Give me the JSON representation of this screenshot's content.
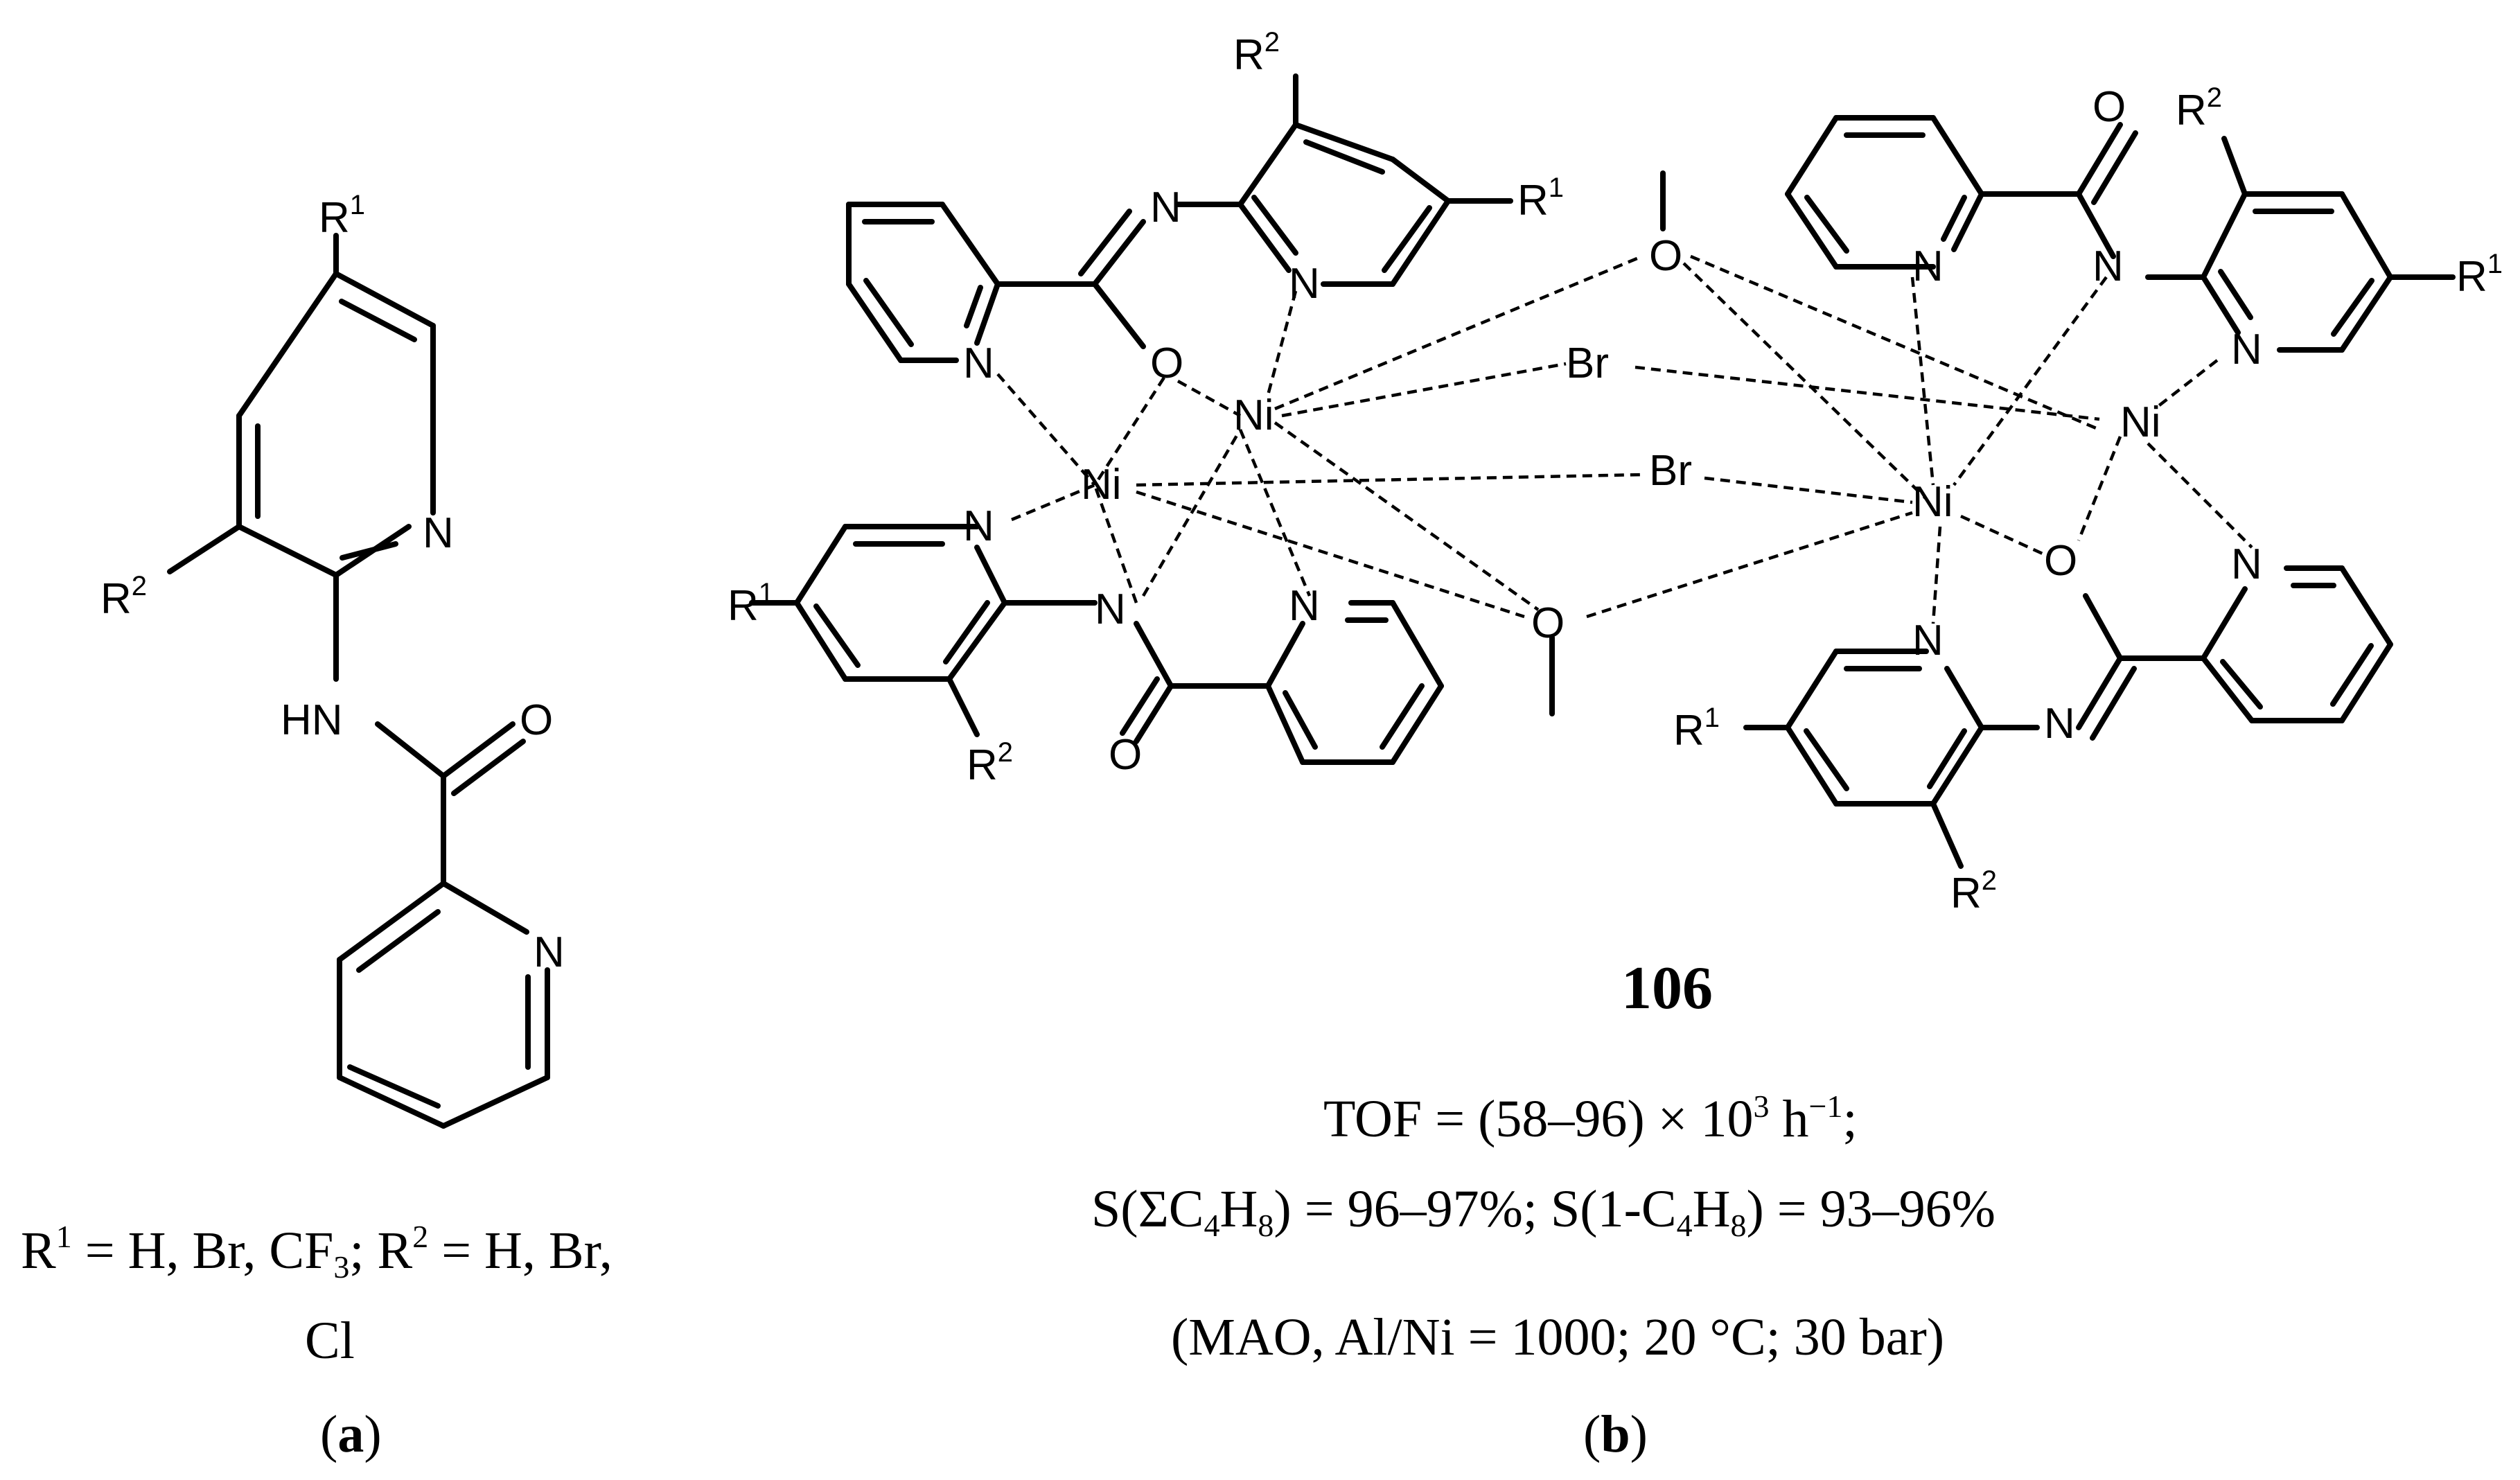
{
  "atoms": {
    "N": "N",
    "O": "O",
    "Ni": "Ni",
    "Br": "Br",
    "HN": "HN",
    "R": "R",
    "sup1": "1",
    "sup2": "2"
  },
  "panel_a": {
    "caption_line1": {
      "part1": "R",
      "sup1": "1",
      "part2": " = H, Br, CF",
      "sub3": "3",
      "part3": "; R",
      "sup2": "2",
      "part4": " = H, Br,"
    },
    "caption_line2": "Cl",
    "label_open": "(",
    "label_letter": "a",
    "label_close": ")"
  },
  "panel_b": {
    "compound_number": "106",
    "tof_line": {
      "part1": "TOF = (58–96) × 10",
      "sup_exp": "3",
      "part2": " h",
      "sup_unit": "−1",
      "part3": ";"
    },
    "selectivity_line": {
      "part1": "S(ΣC",
      "sub1": "4",
      "part2": "H",
      "sub2": "8",
      "part3": ") = 96–97%; S(1-C",
      "sub3": "4",
      "part4": "H",
      "sub4": "8",
      "part5": ") = 93–96%"
    },
    "conditions_line": "(MAO, Al/Ni = 1000; 20 °C; 30 bar)",
    "label_open": "(",
    "label_letter": "b",
    "label_close": ")"
  }
}
